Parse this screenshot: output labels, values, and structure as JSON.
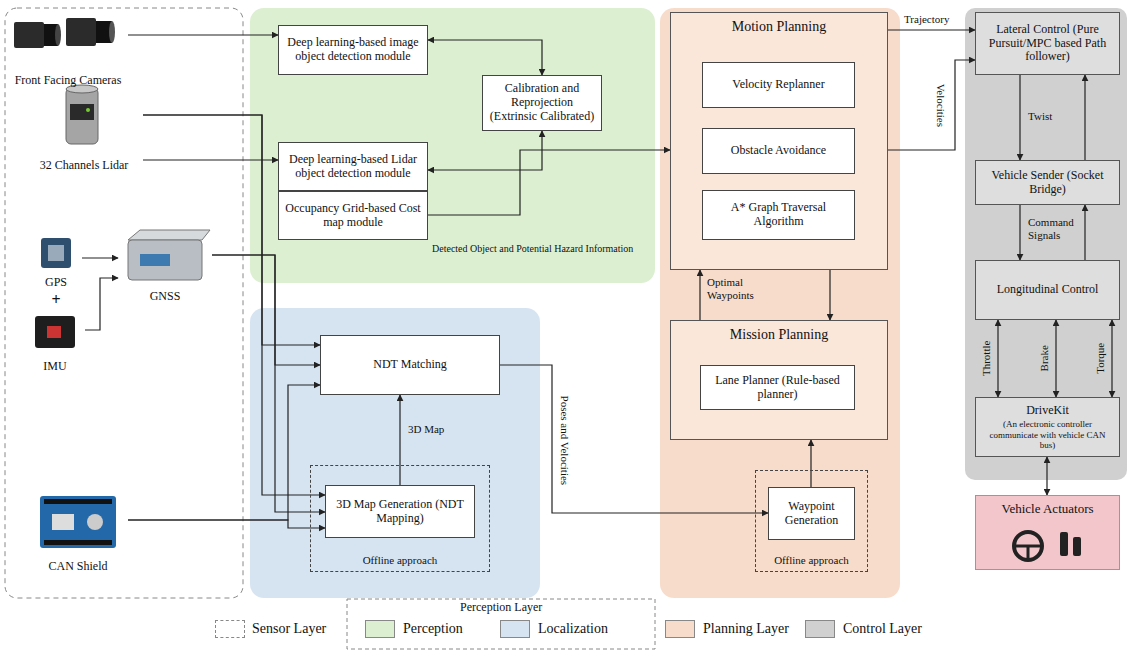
{
  "diagram": {
    "nodes": [
      {
        "text": [
          "Front Facing Cameras"
        ]
      },
      {
        "text": [
          "32 Channels Lidar"
        ]
      },
      {
        "text": [
          "GPS"
        ]
      },
      {
        "text": [
          "IMU"
        ]
      },
      {
        "text": [
          "GNSS"
        ]
      },
      {
        "text": [
          "CAN Shield"
        ]
      },
      {
        "text": [
          "Deep learning-based image object detection module"
        ]
      },
      {
        "text": [
          "Calibration and Reprojection (Extrinsic Calibrated)"
        ]
      },
      {
        "text": [
          "Deep learning-based Lidar object detection module"
        ]
      },
      {
        "text": [
          "Occupancy Grid-based Cost map module"
        ]
      },
      {
        "text": [
          "NDT Matching"
        ]
      },
      {
        "text": [
          "Offline approach"
        ]
      },
      {
        "text": [
          "3D Map Generation (NDT Mapping)"
        ],
        "in": 11
      },
      {
        "text": [
          "Motion Planning"
        ]
      },
      {
        "text": [
          "Velocity Replanner"
        ],
        "in": 13
      },
      {
        "text": [
          "Obstacle Avoidance"
        ],
        "in": 13
      },
      {
        "text": [
          "A* Graph Traversal Algorithm"
        ],
        "in": 13
      },
      {
        "text": [
          "Mission Planning"
        ]
      },
      {
        "text": [
          "Lane Planner (Rule-based planner)"
        ],
        "in": 17
      },
      {
        "text": [
          "Offline approach"
        ]
      },
      {
        "text": [
          "Waypoint Generation"
        ],
        "in": 19
      },
      {
        "text": [
          "Lateral Control (Pure Pursuit/MPC based Path follower)"
        ]
      },
      {
        "text": [
          "Vehicle Sender (Socket Bridge)"
        ]
      },
      {
        "text": [
          "Longitudinal Control"
        ]
      },
      {
        "text": [
          "DriveKit",
          "(An electronic controller communicate with vehicle CAN bus)"
        ]
      },
      {
        "text": [
          "Vehicle Actuators"
        ]
      }
    ],
    "edges": [
      {
        "from": 0,
        "to": 6,
        "arrow": "to"
      },
      {
        "from": 6,
        "to": 7,
        "arrow": "both"
      },
      {
        "from": 8,
        "to": 7,
        "arrow": "both"
      },
      {
        "from": 1,
        "to": 8,
        "arrow": "to"
      },
      {
        "from": 1,
        "to": 10,
        "arrow": "to"
      },
      {
        "from": 1,
        "to": 12,
        "arrow": "to"
      },
      {
        "from": 2,
        "to": 4,
        "arrow": "to"
      },
      {
        "from": 3,
        "to": 4,
        "arrow": "to"
      },
      {
        "from": 4,
        "to": 10,
        "arrow": "to"
      },
      {
        "from": 4,
        "to": 12,
        "arrow": "to"
      },
      {
        "from": 5,
        "to": 10,
        "arrow": "to"
      },
      {
        "from": 5,
        "to": 12,
        "arrow": "to"
      },
      {
        "from": 12,
        "to": 10,
        "label": "3D Map",
        "arrow": "to"
      },
      {
        "from": 9,
        "to": 13,
        "label": "Detected Object and Potential Hazard Information",
        "arrow": "to"
      },
      {
        "from": 10,
        "to": 20,
        "label": "Poses and Velocities",
        "arrow": "to"
      },
      {
        "from": 20,
        "to": 17,
        "arrow": "to"
      },
      {
        "from": 17,
        "to": 13,
        "label": "Optimal Waypoints",
        "arrow": "to"
      },
      {
        "from": 13,
        "to": 17,
        "arrow": "to"
      },
      {
        "from": 13,
        "to": 21,
        "label": "Trajectory",
        "arrow": "to"
      },
      {
        "from": 13,
        "to": 21,
        "label": "Velocities",
        "arrow": "to"
      },
      {
        "from": 21,
        "to": 22,
        "label": "Twist",
        "arrow": "to"
      },
      {
        "from": 22,
        "to": 21,
        "arrow": "to"
      },
      {
        "from": 22,
        "to": 23,
        "label": "Command Signals",
        "arrow": "to"
      },
      {
        "from": 23,
        "to": 22,
        "arrow": "to"
      },
      {
        "from": 23,
        "to": 24,
        "label": "Throttle",
        "arrow": "both"
      },
      {
        "from": 23,
        "to": 24,
        "label": "Brake",
        "arrow": "both"
      },
      {
        "from": 23,
        "to": 24,
        "label": "Torque",
        "arrow": "both"
      },
      {
        "from": 24,
        "to": 25,
        "arrow": "both"
      }
    ],
    "labels": [
      "+",
      "Perception Layer"
    ],
    "legend": [
      {
        "text": "Sensor Layer",
        "color": "#ffffff"
      },
      {
        "text": "Perception",
        "color": "#dcefd0"
      },
      {
        "text": "Localization",
        "color": "#d6e4f2"
      },
      {
        "text": "Planning Layer",
        "color": "#f8dccb"
      },
      {
        "text": "Control Layer",
        "color": "#d0d0d0"
      }
    ]
  }
}
